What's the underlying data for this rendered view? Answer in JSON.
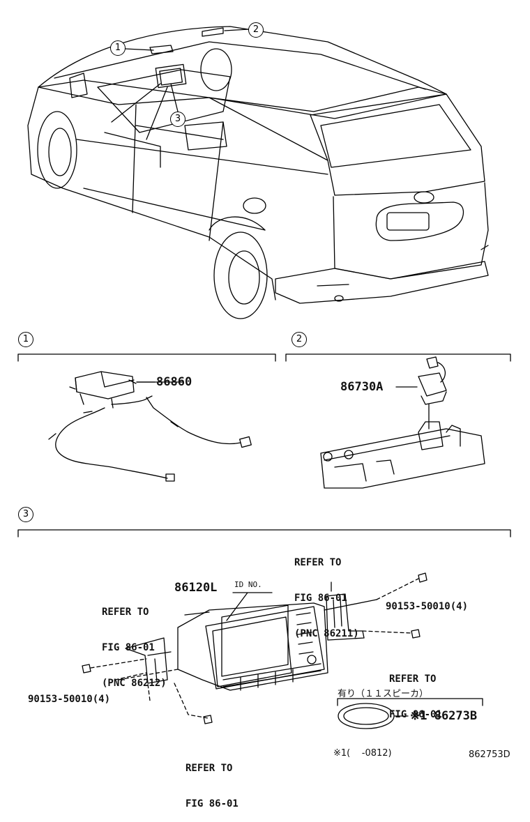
{
  "callouts": [
    "1",
    "2",
    "3"
  ],
  "section1": {
    "part": "86860"
  },
  "section2": {
    "part": "86730A"
  },
  "section3": {
    "refer_top_right": [
      "REFER TO",
      "FIG 86-01",
      "(PNC 86211)"
    ],
    "refer_left": [
      "REFER TO",
      "FIG 86-01",
      "(PNC 86212)"
    ],
    "main_part": "86120L",
    "id_no": "ID NO.",
    "bolt_right": "90153-50010(4)",
    "bolt_left": "90153-50010(4)",
    "refer_right_lower": [
      "REFER TO",
      "FIG 86-01"
    ],
    "refer_bottom": [
      "REFER TO",
      "FIG 86-01"
    ],
    "option_label": "有り（１１スピーカ）",
    "option_part": "※1 86273B",
    "footnote": "※1(    -0812)",
    "code": "862753D"
  }
}
